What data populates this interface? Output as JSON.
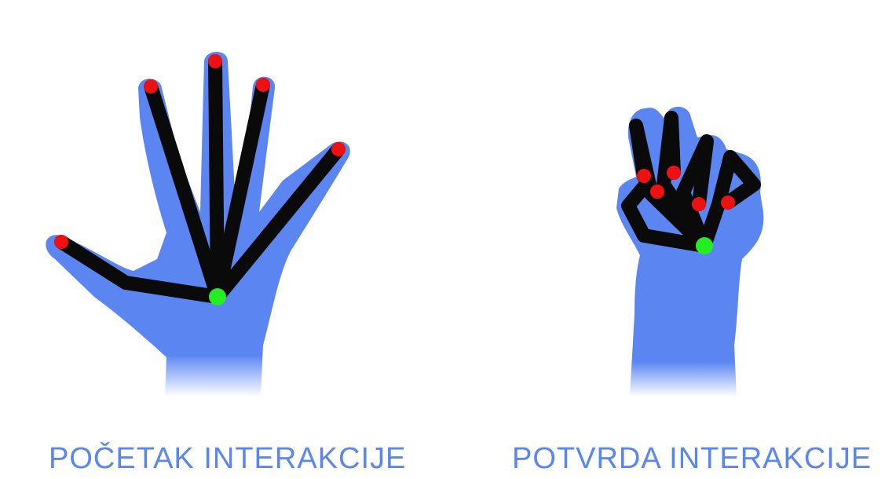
{
  "colors": {
    "hand": "#5b86f2",
    "skeleton": "#0a0a0a",
    "fingertip_landmark": "#ee1111",
    "wrist_landmark": "#22ee22",
    "caption": "#5b86f2"
  },
  "panels": [
    {
      "icon": "open-palm-hand",
      "caption": "POČETAK INTERAKCIJE"
    },
    {
      "icon": "closed-fist-hand",
      "caption": "POTVRDA INTERAKCIJE"
    }
  ]
}
